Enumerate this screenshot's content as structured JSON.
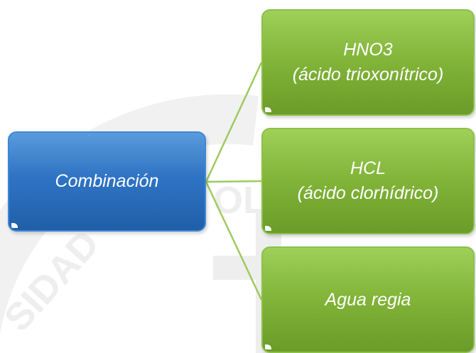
{
  "diagram": {
    "root": {
      "label": "Combinación"
    },
    "children": [
      {
        "label": "HNO3\n(ácido trioxonítrico)"
      },
      {
        "label": "HCL\n(ácido clorhídrico)"
      },
      {
        "label": "Agua regia"
      }
    ]
  },
  "colors": {
    "root_fill": "#2f74c4",
    "child_fill": "#83b63a",
    "connector": "#9fca5f",
    "text": "#ffffff"
  },
  "watermark": {
    "fragment_1": "SIDAD",
    "fragment_2": "OL"
  }
}
